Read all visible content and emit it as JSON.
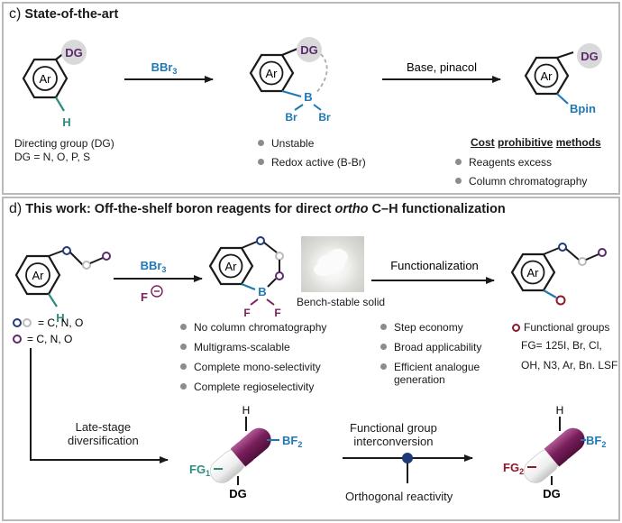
{
  "panel_c": {
    "letter": "c)",
    "title": "State-of-the-art",
    "reagent_arrow1": "BBr3",
    "reagent_arrow2": "Base, pinacol",
    "dg_def_line1": "Directing group (DG)",
    "dg_def_line2": "DG = N, O, P, S",
    "cons_middle": [
      "Unstable",
      "Redox active (B-Br)"
    ],
    "cons_heading": [
      "Cost",
      "prohibitive",
      "methods"
    ],
    "cons_right": [
      "Reagents excess",
      "Column chromatography"
    ],
    "struct_labels": {
      "ar": "Ar",
      "dg": "DG",
      "h": "H",
      "b": "B",
      "br": "Br",
      "bpin": "Bpin"
    }
  },
  "panel_d": {
    "letter": "d)",
    "title_part1": "This work: Off-the-shelf boron reagents for direct ",
    "title_italic": "ortho",
    "title_part2": " C–H functionalization",
    "reagent_arrow1_top": "BBr3",
    "reagent_arrow1_bottom": "F",
    "photo_caption": "Bench-stable solid",
    "reagent_arrow2": "Functionalization",
    "legend_line1": "= C, N, O",
    "legend_line2": "= C, N, O",
    "benefits_left": [
      "No column chromatography",
      "Multigrams-scalable",
      "Complete mono-selectivity",
      "Complete regioselectivity"
    ],
    "benefits_middle": [
      "Step economy",
      "Broad applicability",
      "Efficient analogue",
      "generation"
    ],
    "fg_heading": "Functional groups",
    "fg_line1": "FG= 125I, Br, Cl,",
    "fg_line2": "OH, N3, Ar, Bn. LSF",
    "late_stage_line1": "Late-stage",
    "late_stage_line2": "diversification",
    "fgi_line1": "Functional group",
    "fgi_line2": "interconversion",
    "orthogonal": "Orthogonal reactivity",
    "capsule_left": {
      "h": "H",
      "bf2": "BF2",
      "fg": "FG1",
      "dg": "DG"
    },
    "capsule_right": {
      "h": "H",
      "bf2": "BF2",
      "fg": "FG2",
      "dg": "DG"
    },
    "struct_labels": {
      "ar": "Ar",
      "h": "H",
      "b": "B",
      "f": "F"
    }
  },
  "colors": {
    "dg_purple": "#5b2a6e",
    "dg_circle": "#d9d9d9",
    "boron_blue": "#1f78b4",
    "teal_h": "#2e8b7f",
    "capsule_purple": "#7a1f5c",
    "fg_red": "#8b1a2b",
    "node_navy": "#1f3a7a",
    "panel_border": "#b9b9b9"
  }
}
